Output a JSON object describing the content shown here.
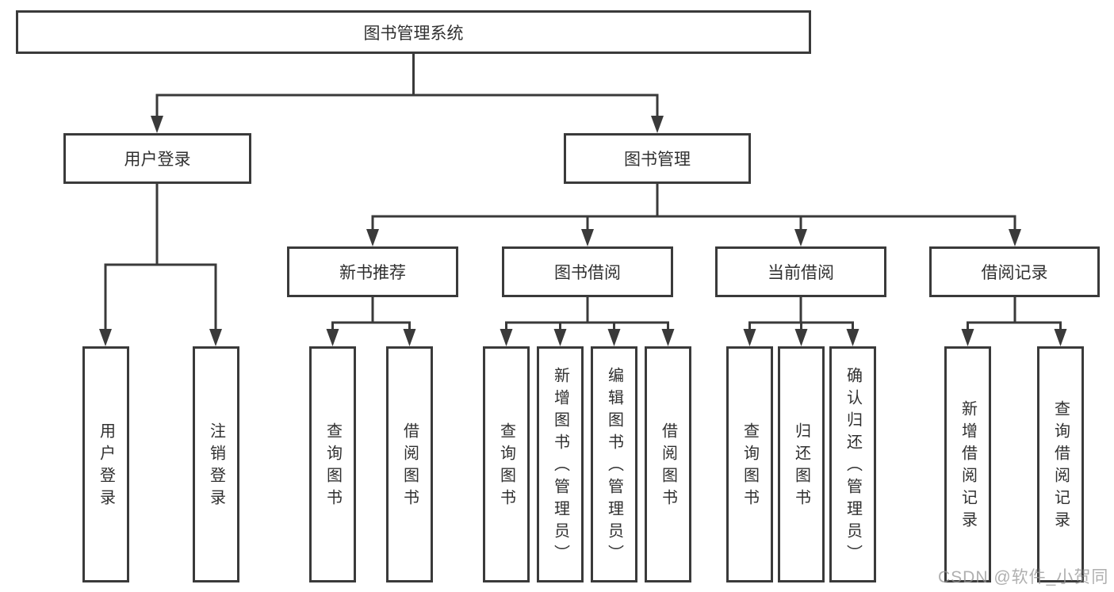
{
  "diagram": {
    "root": "图书管理系统",
    "user_login": {
      "label": "用户登录",
      "children": [
        "用户登录",
        "注销登录"
      ]
    },
    "book_management": {
      "label": "图书管理",
      "sections": {
        "new_book_recommend": {
          "label": "新书推荐",
          "children": [
            "查询图书",
            "借阅图书"
          ]
        },
        "book_borrowing": {
          "label": "图书借阅",
          "children": [
            "查询图书",
            "新增图书（管理员）",
            "编辑图书（管理员）",
            "借阅图书"
          ]
        },
        "current_borrowing": {
          "label": "当前借阅",
          "children": [
            "查询图书",
            "归还图书",
            "确认归还（管理员）"
          ]
        },
        "borrowing_records": {
          "label": "借阅记录",
          "children": [
            "新增借阅记录",
            "查询借阅记录"
          ]
        }
      }
    }
  },
  "watermark": "CSDN @软件_小贺同学",
  "colors": {
    "line": "#3a3a3a",
    "text": "#303030",
    "background": "#ffffff",
    "watermark": "#949494"
  }
}
